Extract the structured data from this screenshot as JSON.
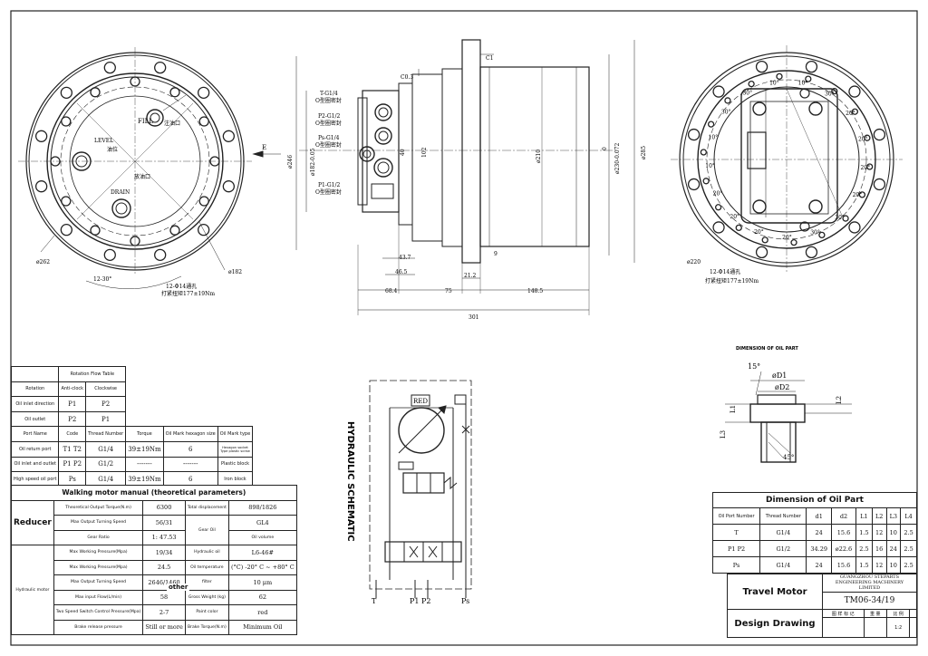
{
  "front_view": {
    "labels": {
      "fill": "FILL",
      "fill_cn": "注油口",
      "level": "LEVEL",
      "level_cn": "油位",
      "drain_cn": "放油口",
      "drain": "DRAIN",
      "dia_262": "ø262",
      "dia_182": "ø182",
      "angle": "12-30°",
      "holes": "12-Φ14通孔",
      "torque": "打紧扭矩177±19Nm"
    }
  },
  "side_view": {
    "ports": [
      {
        "name": "T-G1/4",
        "seal": "O型圈密封"
      },
      {
        "name": "P2-G1/2",
        "seal": "O型圈密封"
      },
      {
        "name": "Ps-G1/4",
        "seal": "O型圈密封"
      },
      {
        "name": "P1-G1/2",
        "seal": "O型圈密封"
      }
    ],
    "labels": {
      "chamfer_c03": "C0.3",
      "chamfer_c1": "C1",
      "e_label": "E",
      "dia_246": "ø246",
      "dia_182": "ø182-0.05",
      "dia_210": "ø210",
      "dia_230": "ø230-0.072",
      "dia_285": "ø285",
      "ref_9": "9",
      "ref_0": "0",
      "dim_40": "40",
      "dim_102": "102",
      "dim_9": "9",
      "dim_437": "43.7",
      "dim_465": "46.5",
      "dim_212": "21.2",
      "dim_684": "68.4",
      "dim_75": "75",
      "dim_1485": "148.5",
      "dim_301": "301"
    }
  },
  "rear_view": {
    "angles": [
      "10°",
      "10°",
      "30°",
      "20°",
      "20°",
      "20°",
      "20°",
      "30°",
      "30°",
      "20°",
      "20°",
      "20°",
      "20°",
      "10°",
      "10°",
      "30°",
      "30°"
    ],
    "labels": {
      "dia_220": "ø220",
      "holes": "12-Φ14通孔",
      "torque": "打紧扭矩177±19Nm"
    }
  },
  "rotation_table": {
    "title": "Rotation Flow Table",
    "headers": [
      "Rotation",
      "Anti-clock",
      "Clockwise"
    ],
    "rows": [
      [
        "Oil inlet direction",
        "P1",
        "P2"
      ],
      [
        "Oil outlet",
        "P2",
        "P1"
      ]
    ],
    "port_headers": [
      "Port Name",
      "Code",
      "Thread Number",
      "Torque",
      "Oil Mark hexagon size",
      "Oil Mark type"
    ],
    "port_rows": [
      [
        "Oil return port",
        "T1 T2",
        "G1/4",
        "39±19Nm",
        "6",
        "Hexagon socket Type plastic screw"
      ],
      [
        "Oil inlet and outlet",
        "P1 P2",
        "G1/2",
        "-------",
        "-------",
        "Plastic block"
      ],
      [
        "High speed oil port",
        "Ps",
        "G1/4",
        "39±19Nm",
        "6",
        "Iron block"
      ]
    ]
  },
  "manual_table": {
    "title": "Walking motor manual (theoretical parameters)",
    "reducer": "Reducer",
    "rows_reducer": [
      [
        "Theoretical Output Torque(N.m)",
        "6300",
        "Total displacement",
        "898/1826"
      ],
      [
        "Max Output Turning Speed",
        "56/31",
        "Gear Oil",
        "GL4"
      ],
      [
        "Gear Ratio",
        "1: 47.53",
        "",
        "Oil volume"
      ]
    ],
    "hydraulic": "Hydraulic motor",
    "other": "other",
    "rows_motor": [
      [
        "Max Working Pressure(Mpa)",
        "19/34",
        "Hydraulic oil",
        "L6-46#"
      ],
      [
        "Max Working Pressure(Mpa)",
        "24.5",
        "Oil temperature",
        "(°C) -20° C ~ +80° C"
      ],
      [
        "Max Output Turning Speed",
        "2646/1460",
        "filter",
        "10 μm"
      ],
      [
        "Max input Flow(L/min)",
        "58",
        "Gross Weight (kg)",
        "62"
      ],
      [
        "Two Speed Switch Control Pressure(Mpa)",
        "2-7",
        "Paint color",
        "red"
      ],
      [
        "Brake release pressure",
        "Still or more",
        "Brake Torque(N.m)",
        "Minimum Oil"
      ]
    ]
  },
  "hydraulic": {
    "title": "HYDRAULIC SCHEMATIC",
    "red_label": "RED",
    "port_labels": [
      "T",
      "P1 P2",
      "Ps"
    ]
  },
  "oil_part": {
    "heading": "DIMENSION OF OIL PART",
    "angle_15": "15°",
    "d1": "øD1",
    "d2": "øD2",
    "l1": "L1",
    "l2": "L2",
    "l3": "L3",
    "angle_45": "45°"
  },
  "oil_table": {
    "title": "Dimension of Oil Part",
    "headers": [
      "Oil Port Number",
      "Thread Number",
      "d1",
      "d2",
      "L1",
      "L2",
      "L3",
      "L4"
    ],
    "rows": [
      [
        "T",
        "G1/4",
        "24",
        "15.6",
        "1.5",
        "12",
        "10",
        "2.5"
      ],
      [
        "P1  P2",
        "G1/2",
        "34.29",
        "ø22.6",
        "2.5",
        "16",
        "24",
        "2.5"
      ],
      [
        "Ps",
        "G1/4",
        "24",
        "15.6",
        "1.5",
        "12",
        "10",
        "2.5"
      ]
    ]
  },
  "title_block": {
    "product": "Travel Motor",
    "company": "GUANGZHOU STEPARTS ENGINEERING MACHINERY LIMITED",
    "model": "TM06-34/19",
    "design": "Design  Drawing",
    "cells": [
      "图 样 标 记",
      "重 量",
      "比 例",
      "1:2"
    ]
  }
}
